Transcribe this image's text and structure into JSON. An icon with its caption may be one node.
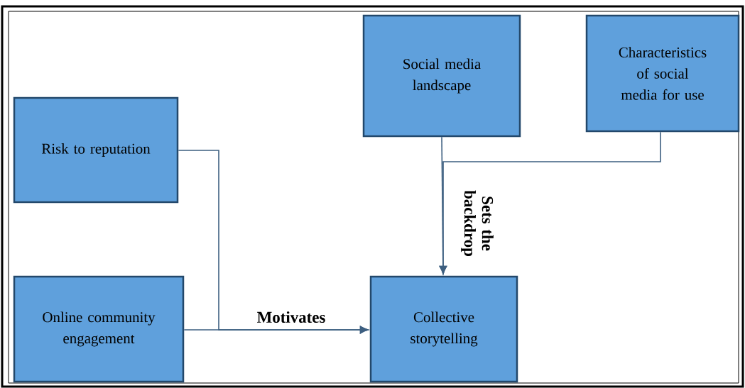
{
  "diagram": {
    "nodes": [
      {
        "text": [
          "Social media landscape"
        ]
      },
      {
        "text": [
          "Characteristics of social media for use"
        ]
      },
      {
        "text": [
          "Risk to reputation"
        ]
      },
      {
        "text": [
          "Online community engagement"
        ]
      },
      {
        "text": [
          "Collective storytelling"
        ]
      }
    ],
    "edges": [
      {
        "from": 0,
        "to": 4,
        "arrow": "to",
        "label": "Sets the backdrop"
      },
      {
        "from": 1,
        "to": 4,
        "arrow": "to"
      },
      {
        "from": 2,
        "to": 4,
        "arrow": "to"
      },
      {
        "from": 3,
        "to": 4,
        "arrow": "to",
        "label": "Motivates"
      }
    ]
  }
}
